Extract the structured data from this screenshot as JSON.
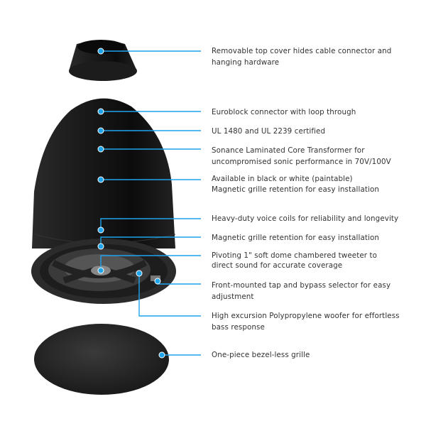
{
  "accent_color": "#1ea4ea",
  "callouts": [
    {
      "text": "Removable top cover hides cable connector and hanging hardware"
    },
    {
      "text": "Euroblock connector with loop through"
    },
    {
      "text": "UL 1480 and UL 2239 certified"
    },
    {
      "text": "Sonance Laminated Core Transformer for uncompromised sonic performance  in 70V/100V"
    },
    {
      "text": "Available in black or white (paintable)",
      "text2": "Magnetic grille retention for easy installation"
    },
    {
      "text": "Heavy-duty voice coils for reliability and longevity"
    },
    {
      "text": "Magnetic grille retention for easy installation"
    },
    {
      "text": "Pivoting 1\" soft dome chambered tweeter to direct sound for accurate coverage"
    },
    {
      "text": "Front-mounted tap and bypass selector for easy adjustment"
    },
    {
      "text": "High excursion Polypropylene woofer for effortless bass response"
    },
    {
      "text": "One-piece bezel-less grille"
    }
  ]
}
